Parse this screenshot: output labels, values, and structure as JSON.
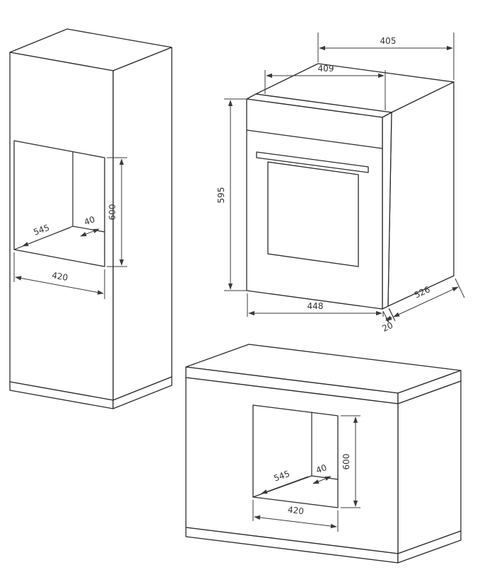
{
  "page": {
    "background": "#ffffff",
    "line_color": "#2b2b2b"
  },
  "figure": {
    "views": [
      {
        "id": "tall-cabinet-niche",
        "dimensions": {
          "depth": "545",
          "rear_gap": "40",
          "niche_height": "600",
          "niche_width": "420"
        }
      },
      {
        "id": "oven",
        "dimensions": {
          "body_top_width": "405",
          "top_front_width": "409",
          "height": "595",
          "front_width": "448",
          "depth": "526",
          "door_protrusion": "20"
        }
      },
      {
        "id": "base-cabinet-niche",
        "dimensions": {
          "depth": "545",
          "rear_gap": "40",
          "niche_height": "600",
          "niche_width": "420"
        }
      }
    ]
  }
}
